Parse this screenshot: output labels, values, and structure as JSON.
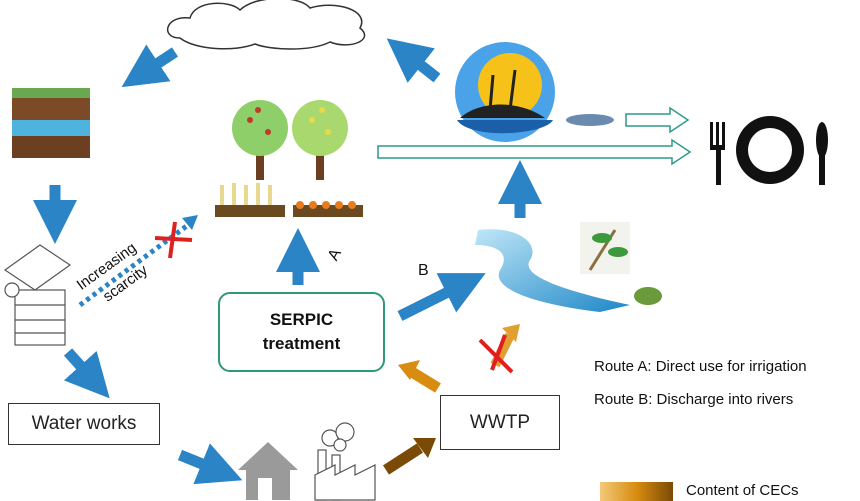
{
  "nodes": {
    "water_works": "Water works",
    "wwtp": "WWTP",
    "serpic_line1": "SERPIC",
    "serpic_line2": "treatment"
  },
  "labels": {
    "increasing": "Increasing",
    "scarcity": "scarcity",
    "route_a_marker": "A",
    "route_b_marker": "B"
  },
  "legend": {
    "route_a": "Route A: Direct use for irrigation",
    "route_b": "Route B: Discharge into rivers",
    "cecs": "Content of CECs"
  },
  "colors": {
    "flow_arrow": "#2b84c6",
    "treatment_border": "#2e9a73",
    "cross": "#e02020",
    "cec_gradient_light": "#f3c97a",
    "cec_gradient_dark": "#7a4a06",
    "food_line": "#2e9a8a"
  }
}
